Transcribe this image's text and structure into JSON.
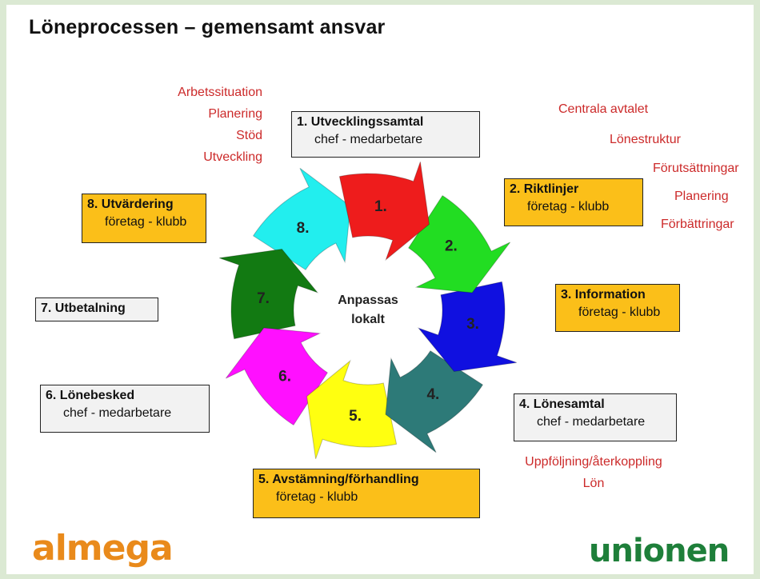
{
  "title": "Löneprocessen – gemensamt ansvar",
  "center_text": [
    "Anpassas",
    "lokalt"
  ],
  "steps": [
    {
      "num": "1.",
      "box_title": "1. Utvecklingssamtal",
      "box_sub": "chef - medarbetare",
      "color": "#ee1c1c",
      "box_style": "gray"
    },
    {
      "num": "2.",
      "box_title": "2. Riktlinjer",
      "box_sub": "företag - klubb",
      "color": "#22dd22",
      "box_style": "orange"
    },
    {
      "num": "3.",
      "box_title": "3. Information",
      "box_sub": "företag - klubb",
      "color": "#1010e0",
      "box_style": "orange"
    },
    {
      "num": "4.",
      "box_title": "4. Lönesamtal",
      "box_sub": "chef - medarbetare",
      "color": "#2d7a78",
      "box_style": "gray"
    },
    {
      "num": "5.",
      "box_title": "5. Avstämning/förhandling",
      "box_sub": "företag - klubb",
      "color": "#ffff10",
      "box_style": "orange"
    },
    {
      "num": "6.",
      "box_title": "6. Lönebesked",
      "box_sub": "chef - medarbetare",
      "color": "#ff10ff",
      "box_style": "gray"
    },
    {
      "num": "7.",
      "box_title": "7. Utbetalning",
      "box_sub": "",
      "color": "#127a12",
      "box_style": "gray"
    },
    {
      "num": "8.",
      "box_title": "8. Utvärdering",
      "box_sub": "företag - klubb",
      "color": "#22eeee",
      "box_style": "orange"
    }
  ],
  "notes_top_left": [
    "Arbetssituation",
    "Planering",
    "Stöd",
    "Utveckling"
  ],
  "notes_top_right": [
    "Centrala avtalet",
    "Lönestruktur",
    "Förutsättningar",
    "Planering",
    "Förbättringar"
  ],
  "notes_bottom_right": [
    "Uppföljning/återkoppling",
    "Lön"
  ],
  "logos": {
    "left": "ALMEGA",
    "right": "UNIONEN"
  },
  "colors": {
    "orange_box": "#fbbf19",
    "gray_box": "#f2f2f2",
    "note_red": "#cc2a2a",
    "almega": "#e98a1b",
    "unionen": "#1e7f3a"
  }
}
